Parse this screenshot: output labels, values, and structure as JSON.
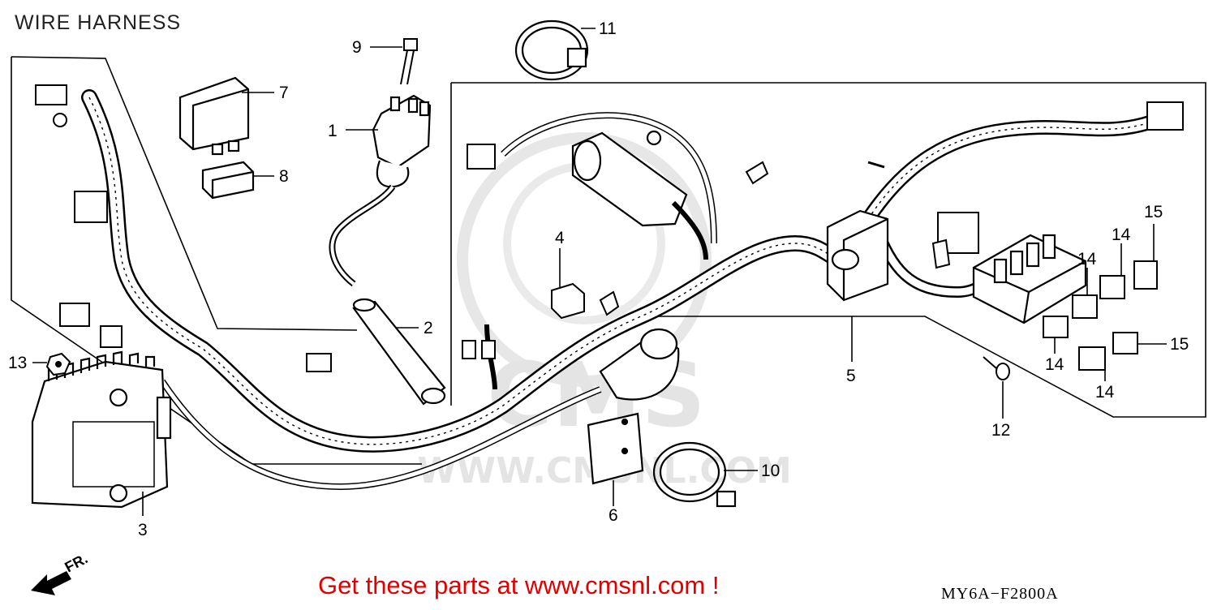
{
  "title": "WIRE HARNESS",
  "watermark": {
    "brand": "CMS",
    "site": "WWW.CMSNL.COM"
  },
  "promo_text": "Get these parts at www.cmsnl.com !",
  "diagram_code": "MY6A−F2800A",
  "direction_label": "FR.",
  "callouts": {
    "c1": "1",
    "c2": "2",
    "c3": "3",
    "c4": "4",
    "c5": "5",
    "c6": "6",
    "c7": "7",
    "c8": "8",
    "c9": "9",
    "c10": "10",
    "c11": "11",
    "c12": "12",
    "c13": "13",
    "c14a": "14",
    "c14b": "14",
    "c14c": "14",
    "c14d": "14",
    "c15a": "15",
    "c15b": "15"
  },
  "colors": {
    "promo": "#e00000",
    "line": "#000000",
    "watermark": "#cfcfcf"
  }
}
